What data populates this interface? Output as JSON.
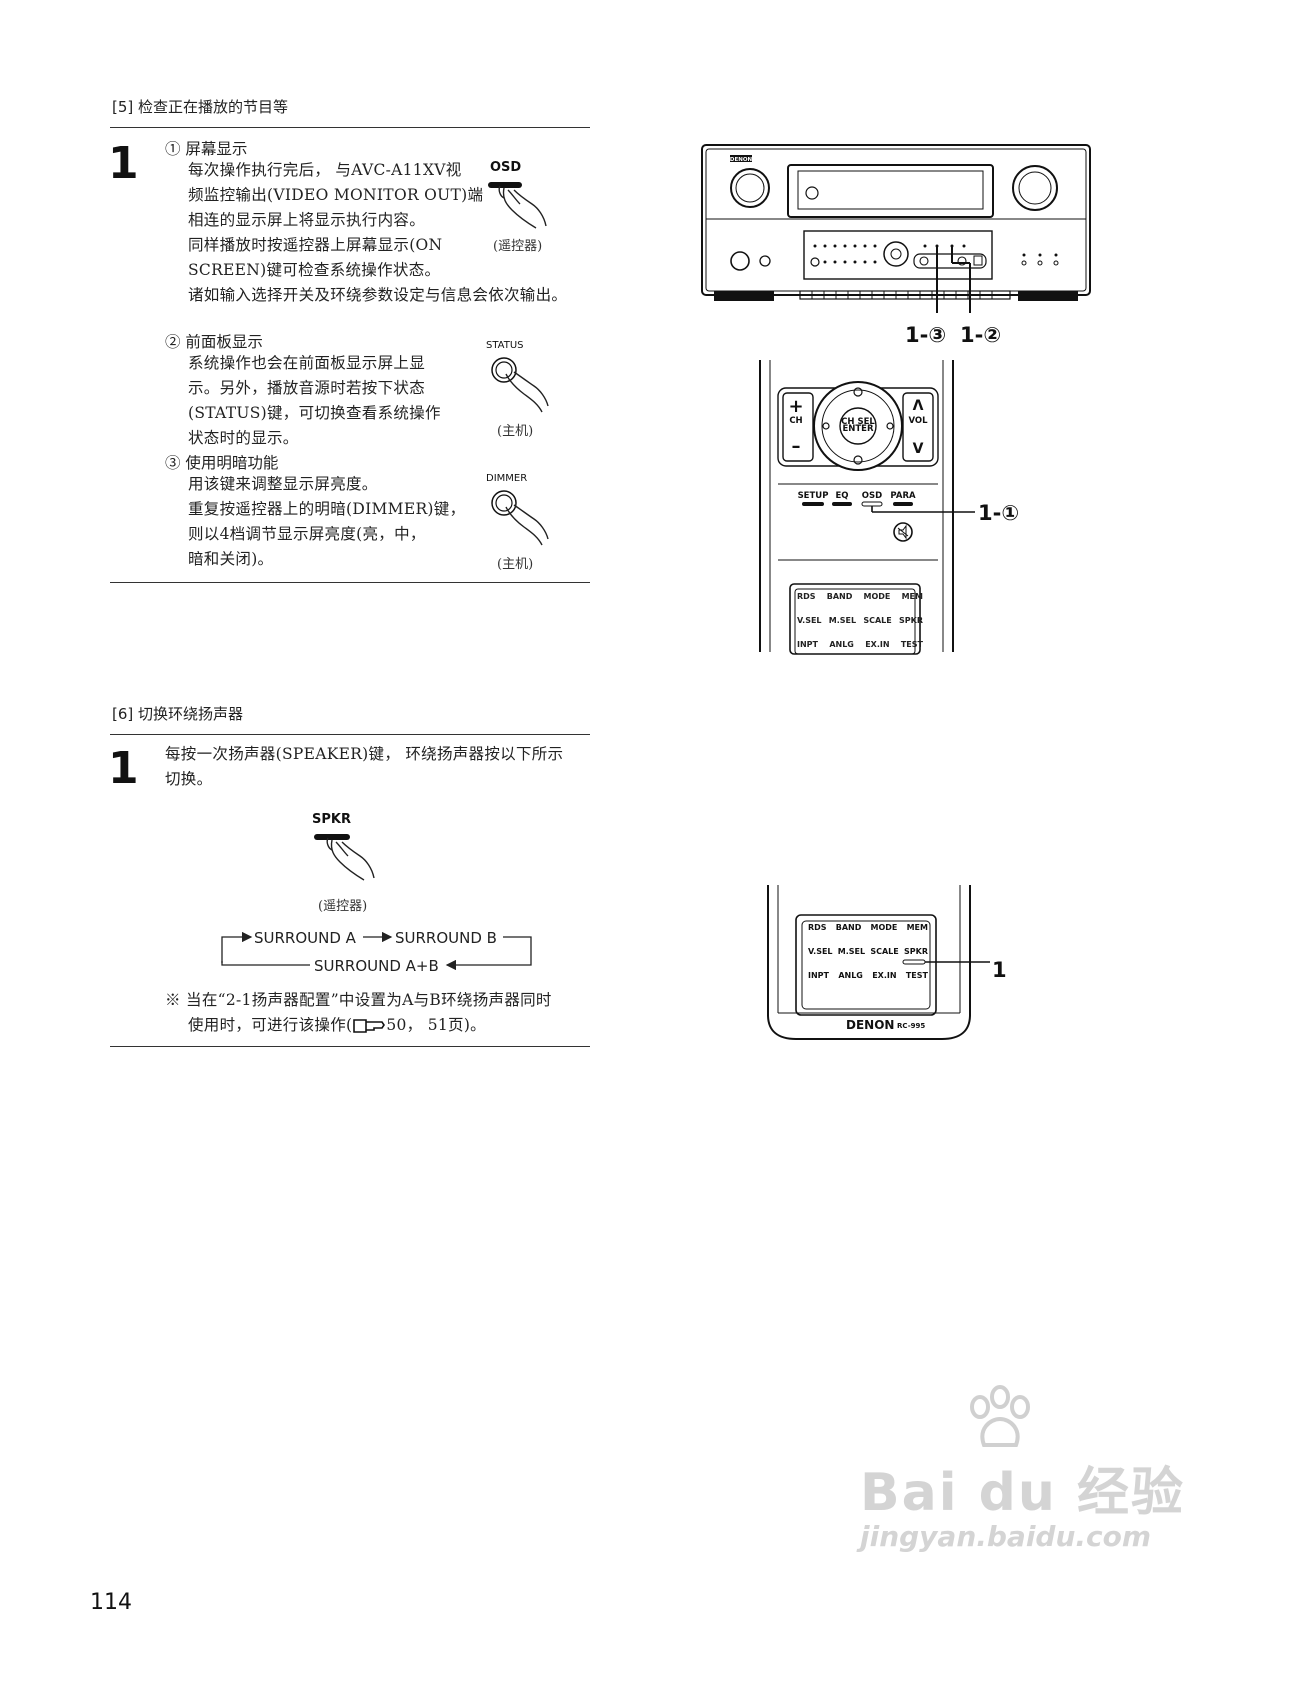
{
  "section5": {
    "title": "[5] 检查正在播放的节目等",
    "step": "1",
    "item1": {
      "heading": "① 屏幕显示",
      "lines": [
        "每次操作执行完后， 与AVC-A11XV视",
        "频监控输出(VIDEO  MONITOR  OUT)端",
        "相连的显示屏上将显示执行内容。",
        "同样播放时按遥控器上屏幕显示(ON",
        "SCREEN)键可检查系统操作状态。",
        "诸如输入选择开关及环绕参数设定与信息会依次输出。"
      ],
      "button_label": "OSD",
      "caption": "(遥控器)"
    },
    "item2": {
      "heading": "② 前面板显示",
      "lines": [
        "系统操作也会在前面板显示屏上显",
        "示。另外，播放音源时若按下状态",
        "(STATUS)键，可切换查看系统操作",
        "状态时的显示。"
      ],
      "button_label": "STATUS",
      "caption": "(主机)"
    },
    "item3": {
      "heading": "③ 使用明暗功能",
      "lines": [
        "用该键来调整显示屏亮度。",
        "重复按遥控器上的明暗(DIMMER)键，",
        "则以4档调节显示屏亮度(亮，中，",
        "暗和关闭)。"
      ],
      "button_label": "DIMMER",
      "caption": "(主机)"
    }
  },
  "section6": {
    "title": "[6] 切换环绕扬声器",
    "step": "1",
    "lines": [
      "每按一次扬声器(SPEAKER)键， 环绕扬声器按以下所示",
      "切换。"
    ],
    "button_label": "SPKR",
    "caption": "(遥控器)",
    "flow": {
      "a": "SURROUND A",
      "b": "SURROUND B",
      "ab": "SURROUND A+B"
    },
    "note_line1": "※  当在“2-1扬声器配置”中设置为A与B环绕扬声器同时",
    "note_line2_pre": "使用时，可进行该操作(",
    "note_line2_post": "50， 51页)。"
  },
  "figures": {
    "receiver": {
      "brand": "DENON",
      "callout_3": "1-③",
      "callout_2": "1-②"
    },
    "remote_top": {
      "ch_sel": "CH SEL",
      "enter": "ENTER",
      "ch": "CH",
      "vol": "VOL",
      "plus": "+",
      "minus": "–",
      "up": "Λ",
      "down": "V",
      "buttons": [
        "SETUP",
        "EQ",
        "OSD",
        "PARA"
      ],
      "callout": "1-①",
      "grid": [
        [
          "RDS",
          "BAND",
          "MODE",
          "MEM"
        ],
        [
          "V.SEL",
          "M.SEL",
          "SCALE",
          "SPKR"
        ],
        [
          "INPT",
          "ANLG",
          "EX.IN",
          "TEST"
        ]
      ]
    },
    "remote_bottom": {
      "grid": [
        [
          "RDS",
          "BAND",
          "MODE",
          "MEM"
        ],
        [
          "V.SEL",
          "M.SEL",
          "SCALE",
          "SPKR"
        ],
        [
          "INPT",
          "ANLG",
          "EX.IN",
          "TEST"
        ]
      ],
      "brand": "DENON",
      "model": "RC-995",
      "callout": "1"
    }
  },
  "page_number": "114",
  "watermark": {
    "brand": "Bai du 经验",
    "url": "jingyan.baidu.com"
  }
}
